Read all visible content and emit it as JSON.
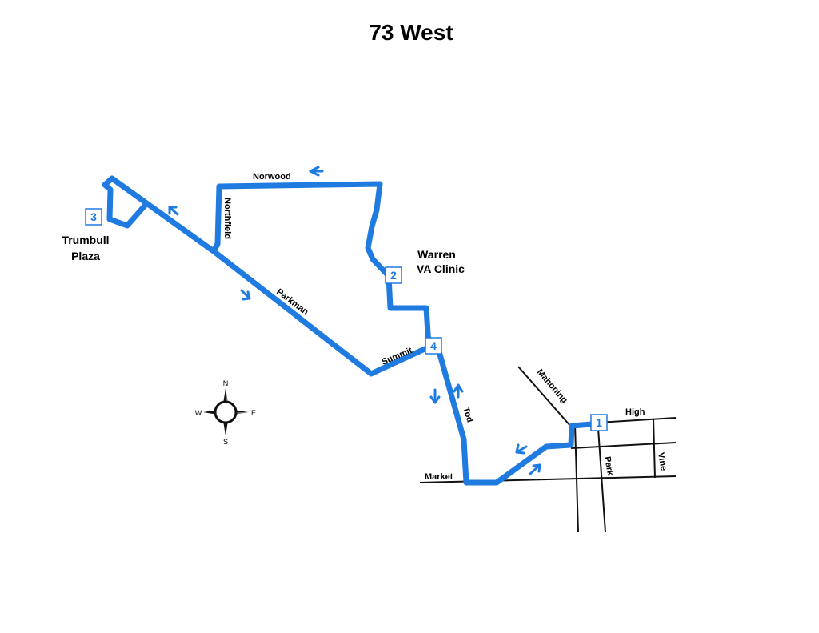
{
  "title": "73 West",
  "route_color": "#1f7be0",
  "streets": {
    "norwood": "Norwood",
    "northfield": "Northfield",
    "parkman": "Parkman",
    "summit": "Summit",
    "tod": "Tod",
    "market": "Market",
    "mahoning": "Mahoning",
    "high": "High",
    "park": "Park",
    "vine": "Vine"
  },
  "places": {
    "trumbull_line1": "Trumbull",
    "trumbull_line2": "Plaza",
    "warren_line1": "Warren",
    "warren_line2": "VA Clinic"
  },
  "stops": {
    "s1": "1",
    "s2": "2",
    "s3": "3",
    "s4": "4"
  },
  "compass": {
    "n": "N",
    "s": "S",
    "e": "E",
    "w": "W"
  },
  "icons": {
    "compass": "compass-rose-icon",
    "arrow": "direction-arrow-icon"
  }
}
